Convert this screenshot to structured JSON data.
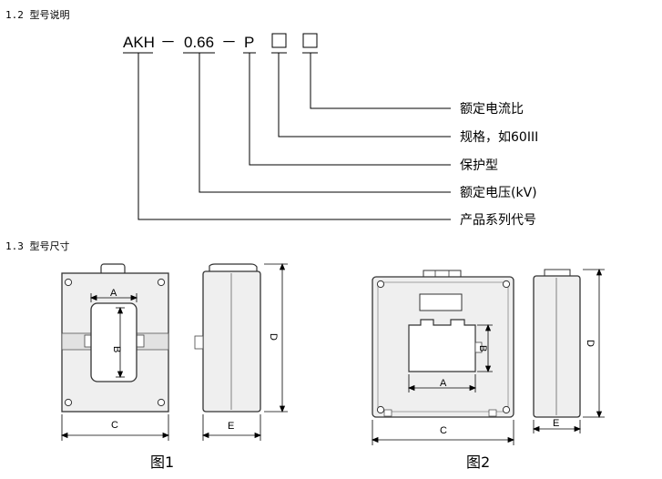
{
  "sections": {
    "model_desc": "1.2 型号说明",
    "model_size": "1.3 型号尺寸"
  },
  "model_code": {
    "product": "AKH",
    "dash1": "－",
    "voltage": "0.66",
    "dash2": "－",
    "protection": "P"
  },
  "descriptions": [
    "额定电流比",
    "规格，如60III",
    "保护型",
    "额定电压(kV)",
    "产品系列代号"
  ],
  "dims": {
    "A": "A",
    "B": "B",
    "C": "C",
    "D": "D",
    "E": "E"
  },
  "captions": {
    "fig1": "图1",
    "fig2": "图2"
  }
}
